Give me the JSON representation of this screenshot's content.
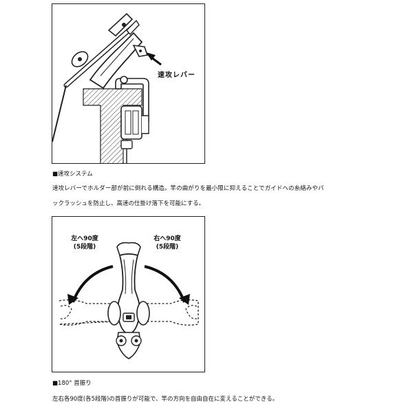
{
  "figure_top": {
    "label_rapid_lever": "速攻レバー"
  },
  "figure_bottom": {
    "left_label_line1": "左へ90度",
    "left_label_line2": "(5段階)",
    "right_label_line1": "右へ90度",
    "right_label_line2": "(5段階)"
  },
  "section1": {
    "title": "■速攻システム",
    "desc_line1": "速攻レバーでホルダー部が前に倒れる構造。竿の曲がりを最小限に抑えることでガイドへの糸絡みやバ",
    "desc_line2": "ックラッシュを防止し、高速の仕掛け落下を可能にする。"
  },
  "section2": {
    "title": "■180° 首振り",
    "desc": "左右各90度(各5段階)の首振りが可能で、竿の方向を自由自在に変えることができる。"
  }
}
